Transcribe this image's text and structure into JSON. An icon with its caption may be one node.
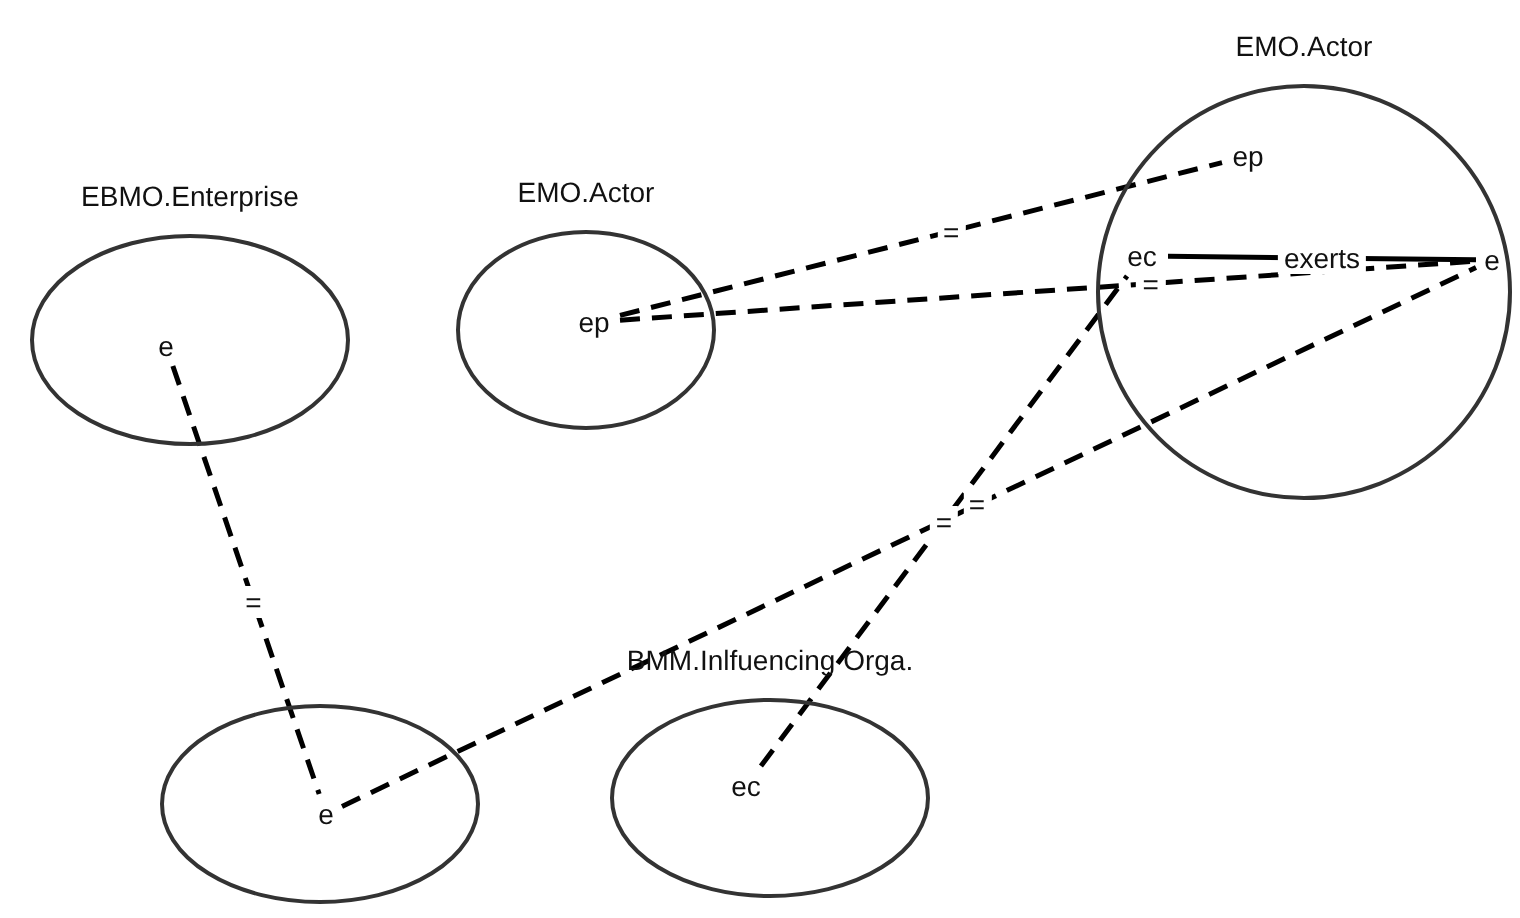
{
  "diagram": {
    "nodes": [
      {
        "text": [
          "EBMO.Enterprise"
        ]
      },
      {
        "text": [
          "e"
        ],
        "in": 0
      },
      {
        "text": [
          "EMO.Actor"
        ]
      },
      {
        "text": [
          "ep"
        ],
        "in": 2
      },
      {
        "text": [
          "EMO.Actor"
        ]
      },
      {
        "text": [
          "ep"
        ],
        "in": 4
      },
      {
        "text": [
          "ec"
        ],
        "in": 4
      },
      {
        "text": [
          "e"
        ],
        "in": 4
      },
      {
        "text": [],
        "shape": "ellipse"
      },
      {
        "text": [
          "e"
        ],
        "in": 8
      },
      {
        "text": [
          "BMM.Inlfuencing Orga."
        ]
      },
      {
        "text": [
          "ec"
        ],
        "in": 10
      }
    ],
    "edges": [
      {
        "from": 1,
        "to": 9,
        "arrow": "none",
        "label": "=",
        "style": "dashed"
      },
      {
        "from": 3,
        "to": 5,
        "arrow": "none",
        "label": "=",
        "style": "dashed"
      },
      {
        "from": 3,
        "to": 7,
        "arrow": "none",
        "label": "=",
        "style": "dashed"
      },
      {
        "from": 9,
        "to": 7,
        "arrow": "none",
        "label": "=",
        "style": "dashed"
      },
      {
        "from": 11,
        "to": 6,
        "arrow": "none",
        "label": "=",
        "style": "dashed"
      },
      {
        "from": 6,
        "to": 7,
        "arrow": "none",
        "label": "exerts"
      }
    ]
  }
}
